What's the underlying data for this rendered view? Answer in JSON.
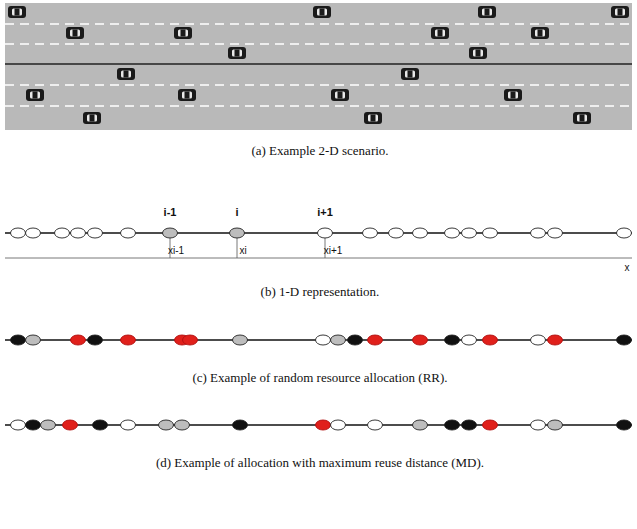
{
  "diagram": {
    "labels": [
      "(a) Example 2-D scenario.",
      "i-1",
      "i",
      "i+1",
      "xi-1",
      "xi",
      "xi+1",
      "x",
      "(b) 1-D representation.",
      "(c) Example of random resource allocation (RR).",
      "(d) Example of allocation with maximum reuse distance (MD)."
    ]
  }
}
